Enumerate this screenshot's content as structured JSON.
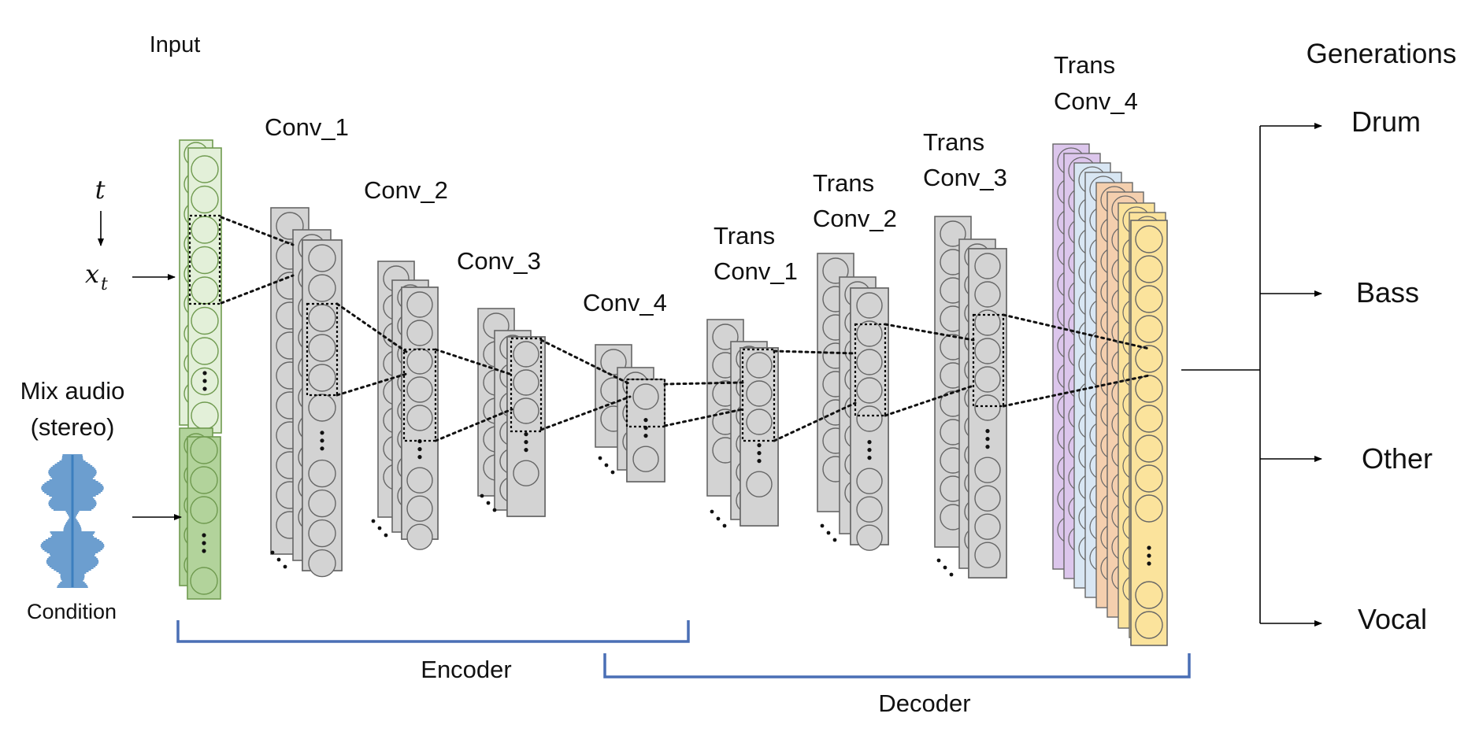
{
  "labels": {
    "input": "Input",
    "generations": "Generations",
    "t": "t",
    "xt_base": "x",
    "xt_sub": "t",
    "mix_audio_line1": "Mix audio",
    "mix_audio_line2": "(stereo)",
    "condition": "Condition",
    "encoder": "Encoder",
    "decoder": "Decoder",
    "conv1": "Conv_1",
    "conv2": "Conv_2",
    "conv3": "Conv_3",
    "conv4": "Conv_4",
    "trans1_line1": "Trans",
    "trans1_line2": "Conv_1",
    "trans2_line1": "Trans",
    "trans2_line2": "Conv_2",
    "trans3_line1": "Trans",
    "trans3_line2": "Conv_3",
    "trans4_line1": "Trans",
    "trans4_line2": "Conv_4"
  },
  "outputs": [
    "Drum",
    "Bass",
    "Other",
    "Vocal"
  ],
  "colors": {
    "input_light": "#e3f0d9",
    "input_dark": "#b2d39b",
    "input_border": "#6f9a4f",
    "layer_fill": "#d3d3d3",
    "layer_border": "#666666",
    "bracket": "#4a6fb5",
    "waveform": "#3c7fbf",
    "out_purple": "#dcc6ec",
    "out_blue": "#d8e6f3",
    "out_orange": "#f4cfae",
    "out_yellow": "#fbe39c"
  }
}
